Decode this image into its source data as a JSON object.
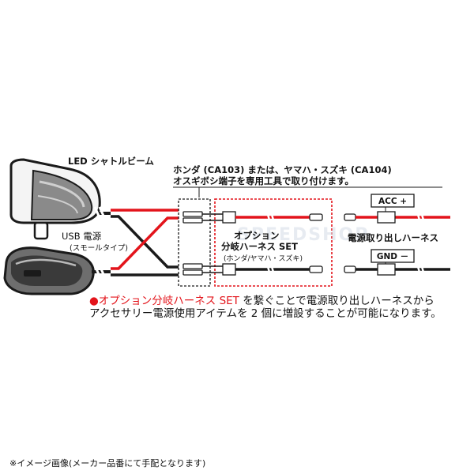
{
  "labels": {
    "led_light": "LED シャトルビーム",
    "usb_power": "USB 電源",
    "usb_power_sub": "(スモールタイプ)",
    "note_line1": "ホンダ (CA103) または、ヤマハ・スズキ (CA104)",
    "note_line2": "オスギボシ端子を専用工具で取り付けます。",
    "option_line1": "オプション",
    "option_line2": "分岐ハーネス SET",
    "option_line3": "(ホンダ/ヤマハ・スズキ)",
    "acc_plus": "ACC +",
    "gnd_minus": "GND －",
    "power_harness": "電源取り出しハーネス",
    "watermark": "SPEEDSHOP"
  },
  "description": {
    "bullet": "●",
    "highlight": "オプション分岐ハーネス SET",
    "line1_rest": " を繋ぐことで電源取り出しハーネスから",
    "line2": "アクセサリー電源使用アイテムを 2 個に増設することが可能になります。"
  },
  "footnote": "※イメージ画像(メーカー品番にて手配となります)",
  "colors": {
    "wire_red": "#e3141b",
    "wire_black": "#1a1a1a",
    "accent_red": "#e3141b",
    "device_gray": "#6e6e6e"
  }
}
